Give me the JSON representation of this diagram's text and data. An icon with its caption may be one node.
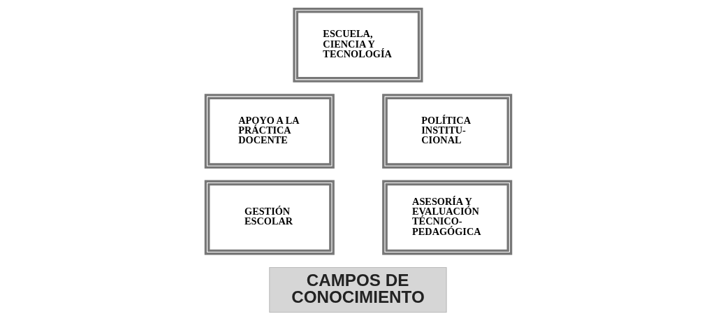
{
  "diagram": {
    "nodes": [
      {
        "text": [
          "ESCUELA, CIENCIA Y TECNOLOGÍA"
        ]
      },
      {
        "text": [
          "APOYO A LA PRÁCTICA DOCENTE"
        ]
      },
      {
        "text": [
          "POLÍTICA INSTITU- CIONAL"
        ]
      },
      {
        "text": [
          "GESTIÓN ESCOLAR"
        ]
      },
      {
        "text": [
          "ASESORÍA Y EVALUACIÓN TÉCNICO- PEDAGÓGICA"
        ]
      },
      {
        "text": [
          "CAMPOS DE CONOCIMIENTO"
        ]
      }
    ],
    "edges": []
  }
}
